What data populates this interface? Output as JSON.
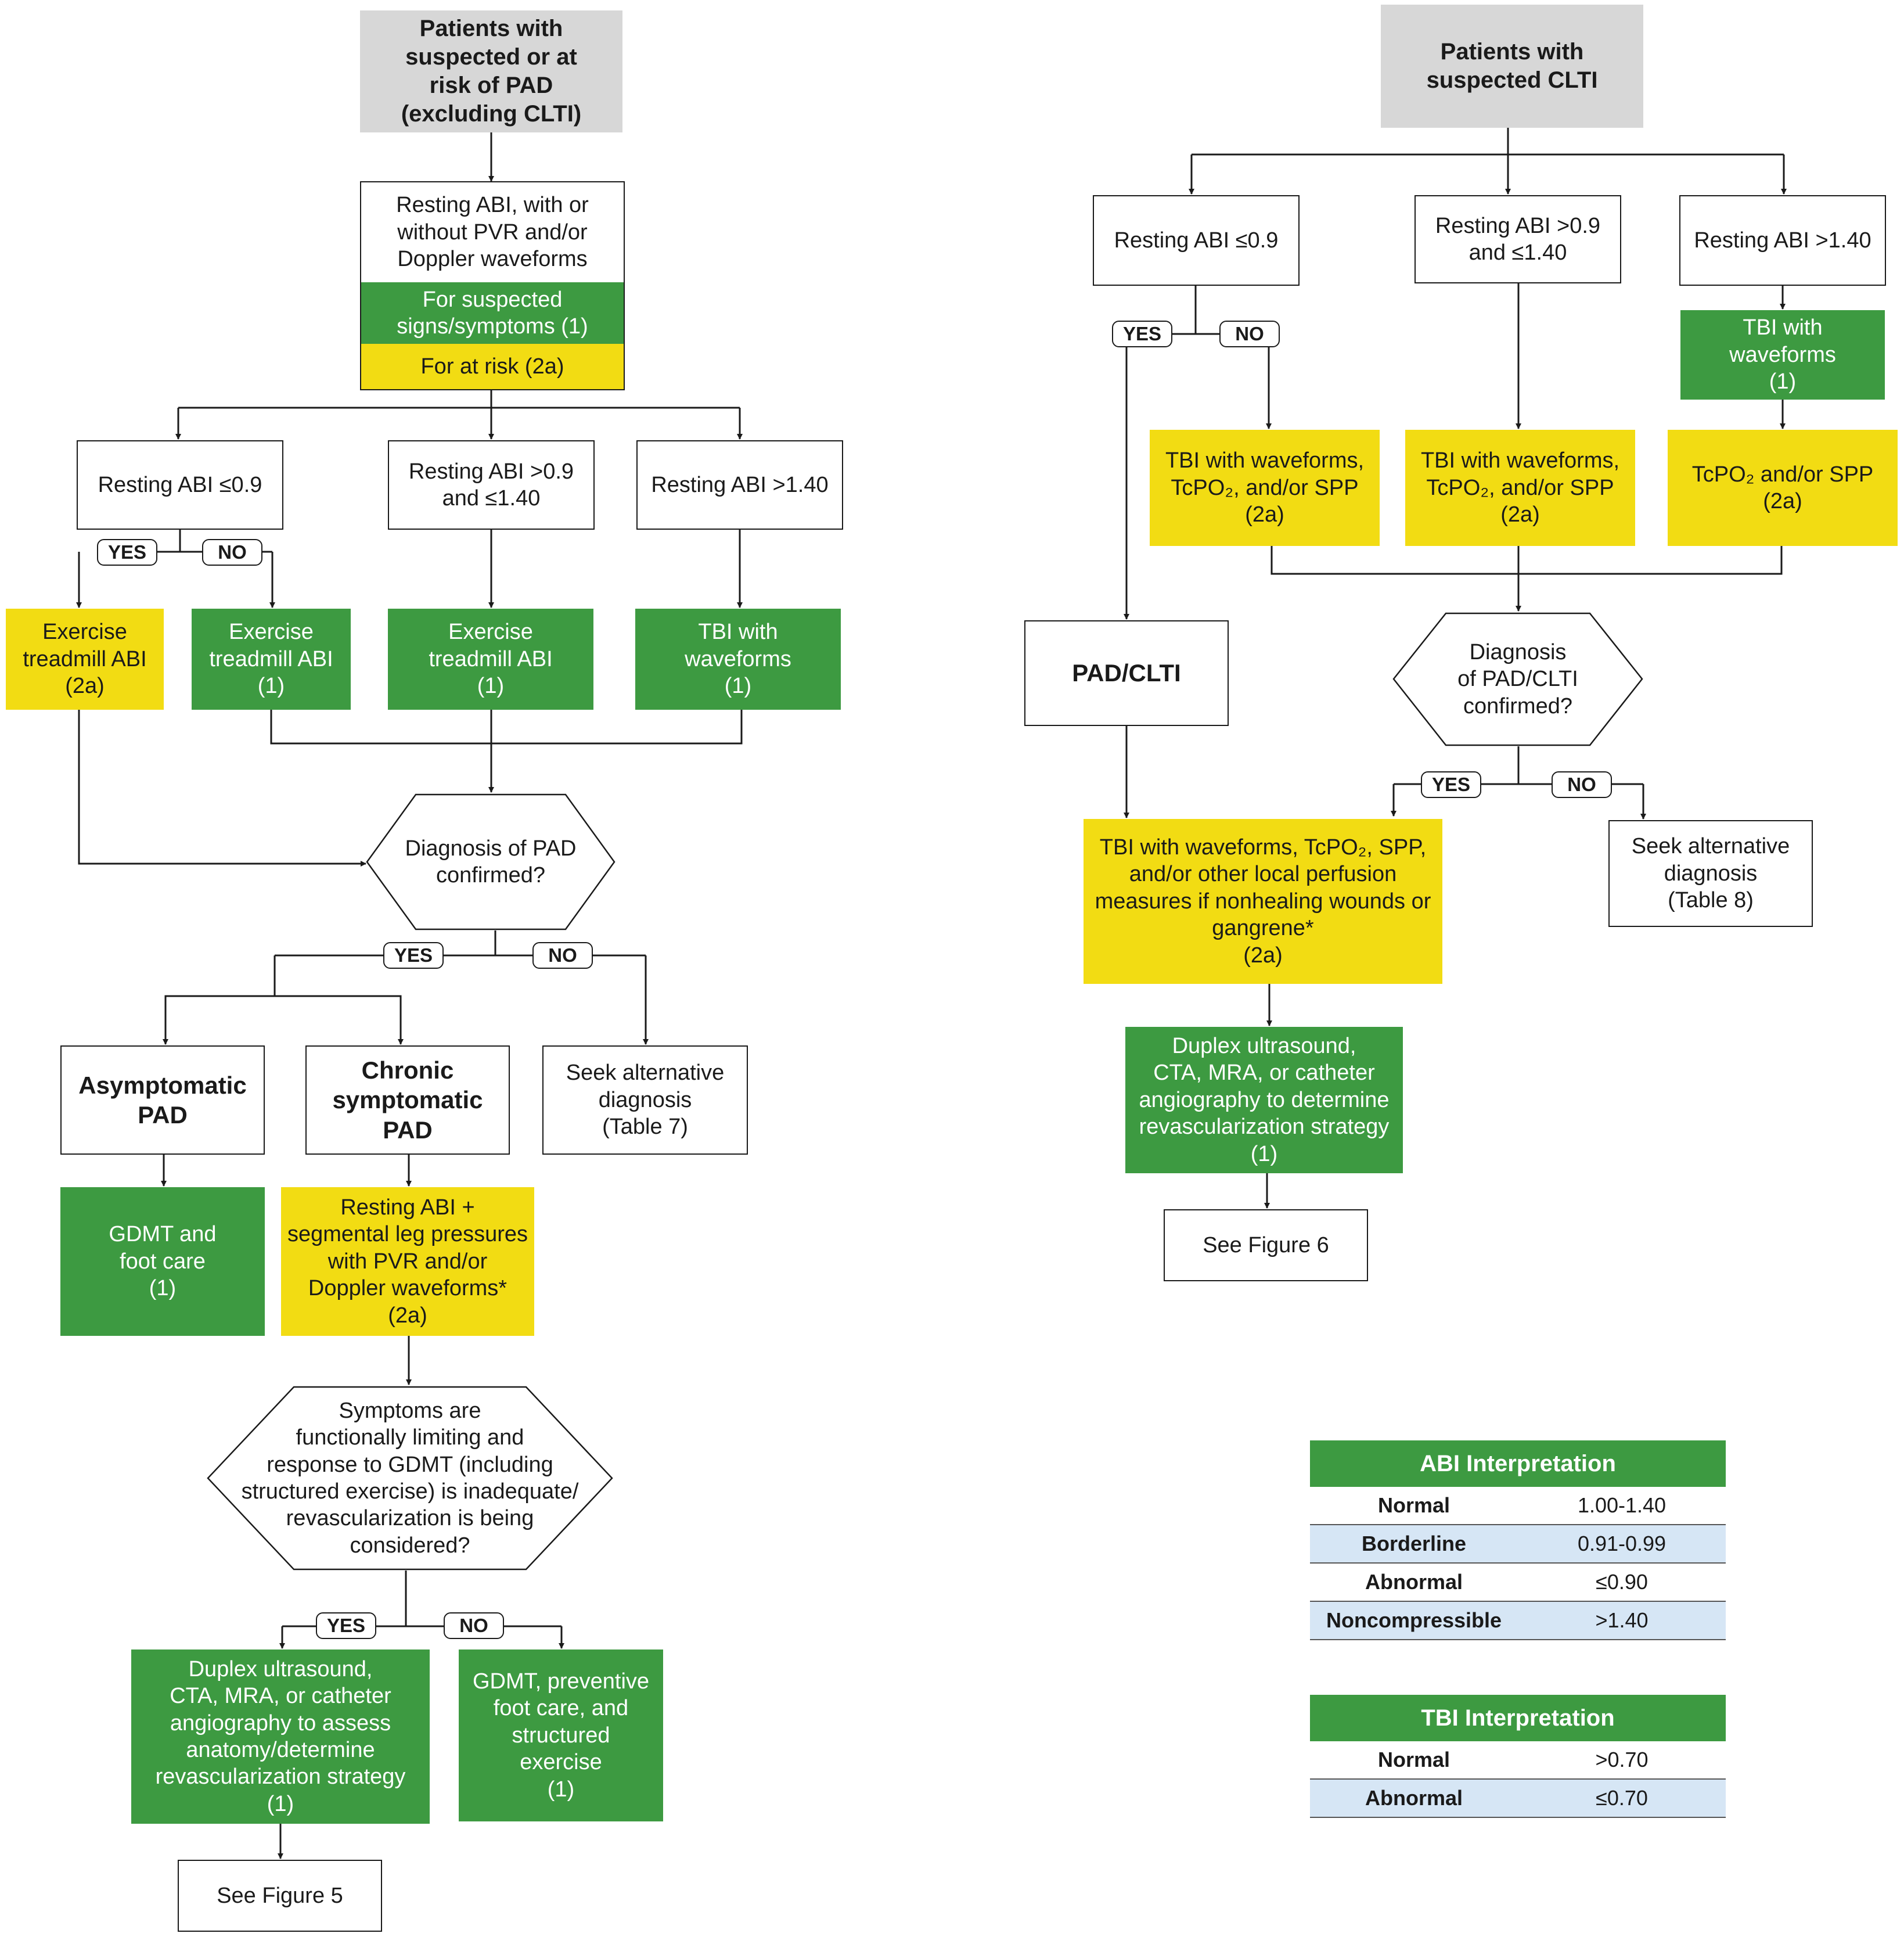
{
  "left": {
    "start": "Patients with\nsuspected or at\nrisk of PAD\n(excluding CLTI)",
    "abi_test": {
      "main": "Resting ABI, with or\nwithout PVR and/or\nDoppler waveforms",
      "symptoms": "For suspected\nsigns/symptoms (1)",
      "risk": "For at risk (2a)"
    },
    "branch_low": "Resting ABI ≤0.9",
    "branch_mid": "Resting ABI >0.9\nand ≤1.40",
    "branch_high": "Resting ABI >1.40",
    "yes": "YES",
    "no": "NO",
    "ex_yes": "Exercise\ntreadmill ABI\n(2a)",
    "ex_no": "Exercise\ntreadmill ABI\n(1)",
    "ex_mid": "Exercise\ntreadmill ABI\n(1)",
    "tbi": "TBI with\nwaveforms\n(1)",
    "decision": "Diagnosis of PAD\nconfirmed?",
    "asymptomatic": "Asymptomatic\nPAD",
    "chronic": "Chronic\nsymptomatic\nPAD",
    "seek_alt": "Seek alternative\ndiagnosis\n(Table 7)",
    "gdmt_foot": "GDMT and\nfoot care\n(1)",
    "resting_seg": "Resting ABI +\nsegmental leg pressures\nwith PVR and/or\nDoppler waveforms*\n(2a)",
    "symptoms_q": "Symptoms are\nfunctionally limiting and\nresponse to GDMT (including\nstructured exercise) is inadequate/\nrevascularization is being\nconsidered?",
    "duplex": "Duplex ultrasound,\nCTA, MRA, or catheter\nangiography to assess\nanatomy/determine\nrevascularization strategy\n(1)",
    "gdmt_prev": "GDMT, preventive\nfoot care, and\nstructured\nexercise\n(1)",
    "see_fig": "See Figure 5"
  },
  "right": {
    "start": "Patients with\nsuspected CLTI",
    "branch_low": "Resting ABI ≤0.9",
    "branch_mid": "Resting ABI >0.9\nand ≤1.40",
    "branch_high": "Resting ABI >1.40",
    "yes": "YES",
    "no": "NO",
    "tbi_high": "TBI with\nwaveforms\n(1)",
    "tbi_no": "TBI with waveforms,\nTcPO₂, and/or SPP\n(2a)",
    "tbi_mid": "TBI with waveforms,\nTcPO₂, and/or SPP\n(2a)",
    "tcpo2": "TcPO₂ and/or SPP\n(2a)",
    "pad_clti": "PAD/CLTI",
    "decision": "Diagnosis\nof PAD/CLTI\nconfirmed?",
    "seek_alt": "Seek alternative\ndiagnosis\n(Table 8)",
    "perfusion": "TBI with waveforms, TcPO₂, SPP,\nand/or other local perfusion\nmeasures if nonhealing wounds or\ngangrene*\n(2a)",
    "duplex": "Duplex ultrasound,\nCTA, MRA, or catheter\nangiography to determine\nrevascularization strategy\n(1)",
    "see_fig": "See Figure 6"
  },
  "abi_table": {
    "title": "ABI Interpretation",
    "rows": [
      {
        "label": "Normal",
        "value": "1.00-1.40"
      },
      {
        "label": "Borderline",
        "value": "0.91-0.99"
      },
      {
        "label": "Abnormal",
        "value": "≤0.90"
      },
      {
        "label": "Noncompressible",
        "value": ">1.40"
      }
    ]
  },
  "tbi_table": {
    "title": "TBI Interpretation",
    "rows": [
      {
        "label": "Normal",
        "value": ">0.70"
      },
      {
        "label": "Abnormal",
        "value": "≤0.70"
      }
    ]
  },
  "colors": {
    "green": "#3d9a41",
    "yellow": "#f2dc13",
    "gray": "#d7d7d7",
    "table_alt": "#d6e6f5"
  }
}
